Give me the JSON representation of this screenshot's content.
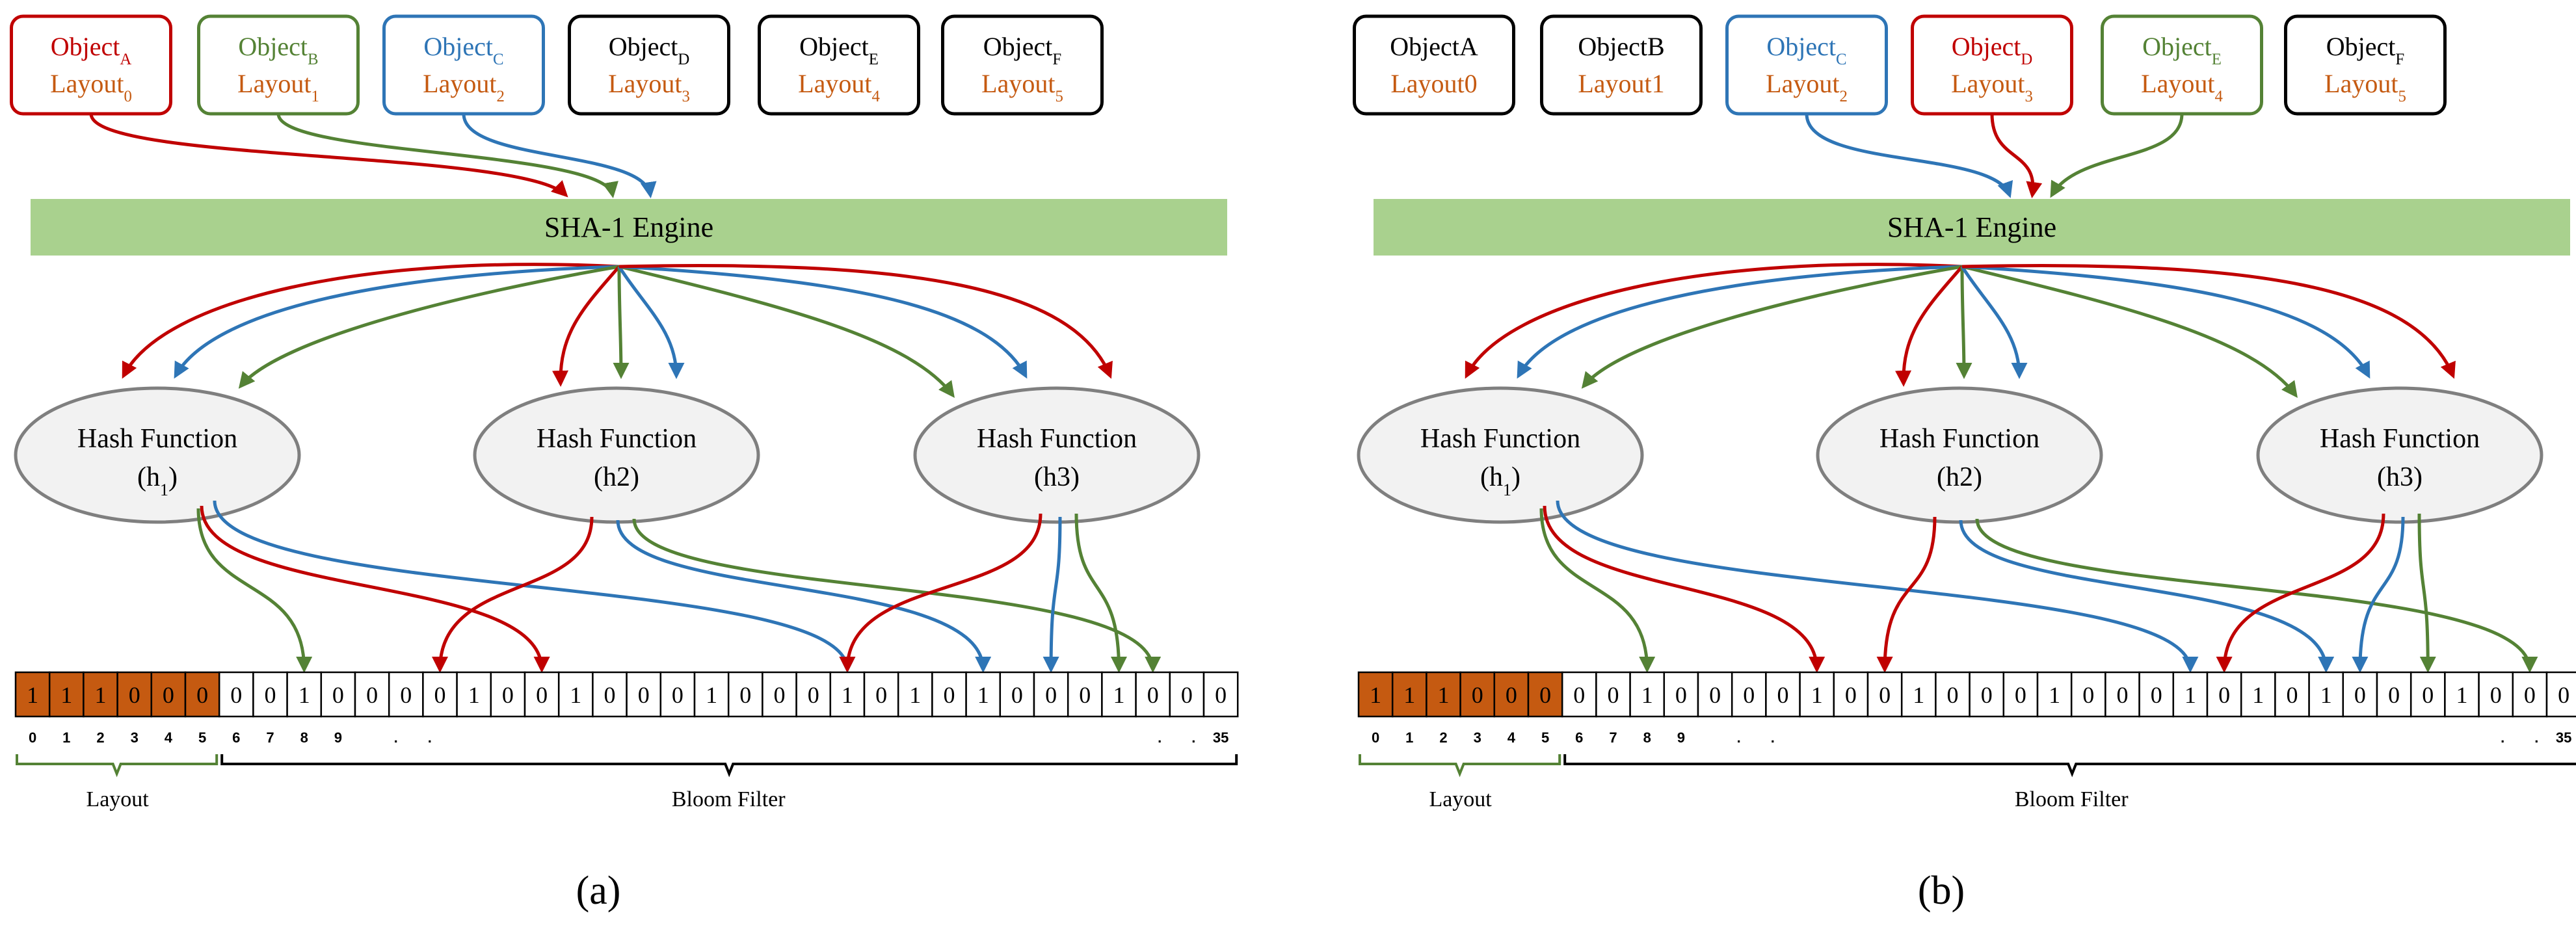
{
  "colors": {
    "red": "#C00000",
    "green": "#548235",
    "blue": "#2E75B6",
    "blue_light": "#4472C4",
    "black": "#000000",
    "orange": "#C55A11",
    "engine": "#A9D18E",
    "ellipse_stroke": "#7F7F7F",
    "ellipse_fill": "#F2F2F2"
  },
  "panels": [
    {
      "id": "a",
      "caption": "(a)",
      "engine_label": "SHA-1 Engine",
      "objects": [
        {
          "name": "Object",
          "name_sub": "A",
          "layout": "Layout",
          "layout_sub": "0",
          "color": "red"
        },
        {
          "name": "Object",
          "name_sub": "B",
          "layout": "Layout",
          "layout_sub": "1",
          "color": "green"
        },
        {
          "name": "Object",
          "name_sub": "C",
          "layout": "Layout",
          "layout_sub": "2",
          "color": "blue"
        },
        {
          "name": "Object",
          "name_sub": "D",
          "layout": "Layout",
          "layout_sub": "3",
          "color": "black"
        },
        {
          "name": "Object",
          "name_sub": "E",
          "layout": "Layout",
          "layout_sub": "4",
          "color": "black"
        },
        {
          "name": "Object",
          "name_sub": "F",
          "layout": "Layout",
          "layout_sub": "5",
          "color": "black"
        }
      ],
      "hash_functions": [
        {
          "line1": "Hash Function",
          "line2": "(h",
          "line2_sub": "1",
          "line2_end": ")"
        },
        {
          "line1": "Hash Function",
          "line2": "(h2)",
          "line2_sub": "",
          "line2_end": ""
        },
        {
          "line1": "Hash Function",
          "line2": "(h3)",
          "line2_sub": "",
          "line2_end": ""
        }
      ],
      "bits": [
        "1",
        "1",
        "1",
        "0",
        "0",
        "0",
        "0",
        "0",
        "1",
        "0",
        "0",
        "0",
        "0",
        "1",
        "0",
        "0",
        "1",
        "0",
        "0",
        "0",
        "1",
        "0",
        "0",
        "0",
        "1",
        "0",
        "1",
        "0",
        "1",
        "0",
        "0",
        "0",
        "1",
        "0",
        "0",
        "0"
      ],
      "index_labels": [
        "0",
        "1",
        "2",
        "3",
        "4",
        "5",
        "6",
        "7",
        "8",
        "9",
        ".",
        ".",
        ".",
        ".",
        "35"
      ],
      "layout_label": "Layout",
      "bloom_label": "Bloom Filter"
    },
    {
      "id": "b",
      "caption": "(b)",
      "engine_label": "SHA-1 Engine",
      "objects": [
        {
          "name": "ObjectA",
          "name_sub": "",
          "layout": "Layout0",
          "layout_sub": "",
          "color": "black"
        },
        {
          "name": "ObjectB",
          "name_sub": "",
          "layout": "Layout1",
          "layout_sub": "",
          "color": "black"
        },
        {
          "name": "Object",
          "name_sub": "C",
          "layout": "Layout",
          "layout_sub": "2",
          "color": "blue"
        },
        {
          "name": "Object",
          "name_sub": "D",
          "layout": "Layout",
          "layout_sub": "3",
          "color": "red"
        },
        {
          "name": "Object",
          "name_sub": "E",
          "layout": "Layout",
          "layout_sub": "4",
          "color": "green"
        },
        {
          "name": "Object",
          "name_sub": "F",
          "layout": "Layout",
          "layout_sub": "5",
          "color": "black"
        }
      ],
      "hash_functions": [
        {
          "line1": "Hash Function",
          "line2": "(h",
          "line2_sub": "1",
          "line2_end": ")"
        },
        {
          "line1": "Hash Function",
          "line2": "(h2)",
          "line2_sub": "",
          "line2_end": ""
        },
        {
          "line1": "Hash Function",
          "line2": "(h3)",
          "line2_sub": "",
          "line2_end": ""
        }
      ],
      "bits": [
        "1",
        "1",
        "1",
        "0",
        "0",
        "0",
        "0",
        "0",
        "1",
        "0",
        "0",
        "0",
        "0",
        "1",
        "0",
        "0",
        "1",
        "0",
        "0",
        "0",
        "1",
        "0",
        "0",
        "0",
        "1",
        "0",
        "1",
        "0",
        "1",
        "0",
        "0",
        "0",
        "1",
        "0",
        "0",
        "0"
      ],
      "index_labels": [
        "0",
        "1",
        "2",
        "3",
        "4",
        "5",
        "6",
        "7",
        "8",
        "9",
        ".",
        ".",
        ".",
        ".",
        "35"
      ],
      "layout_label": "Layout",
      "bloom_label": "Bloom Filter"
    }
  ]
}
